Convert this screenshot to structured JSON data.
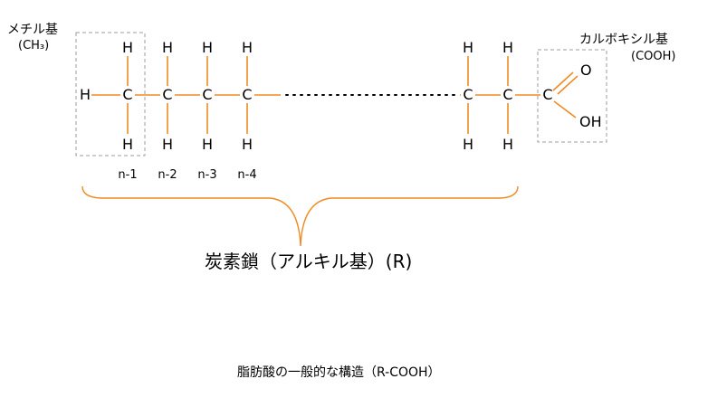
{
  "atoms": {
    "hydrogen": "H",
    "carbon": "C",
    "oxygen": "O",
    "hydroxyl": "OH"
  },
  "labels": {
    "methyl_name": "メチル基",
    "methyl_formula": "(CH₃)",
    "carboxyl_name": "カルボキシル基",
    "carboxyl_formula": "(COOH)",
    "carbon_numbers": [
      "n-1",
      "n-2",
      "n-3",
      "n-4"
    ],
    "chain": "炭素鎖（アルキル基）(R)",
    "caption": "脂肪酸の一般的な構造（R-COOH）"
  },
  "colors": {
    "bond": "#f08a24",
    "box_border": "#9c9c9c",
    "text": "#000000"
  }
}
